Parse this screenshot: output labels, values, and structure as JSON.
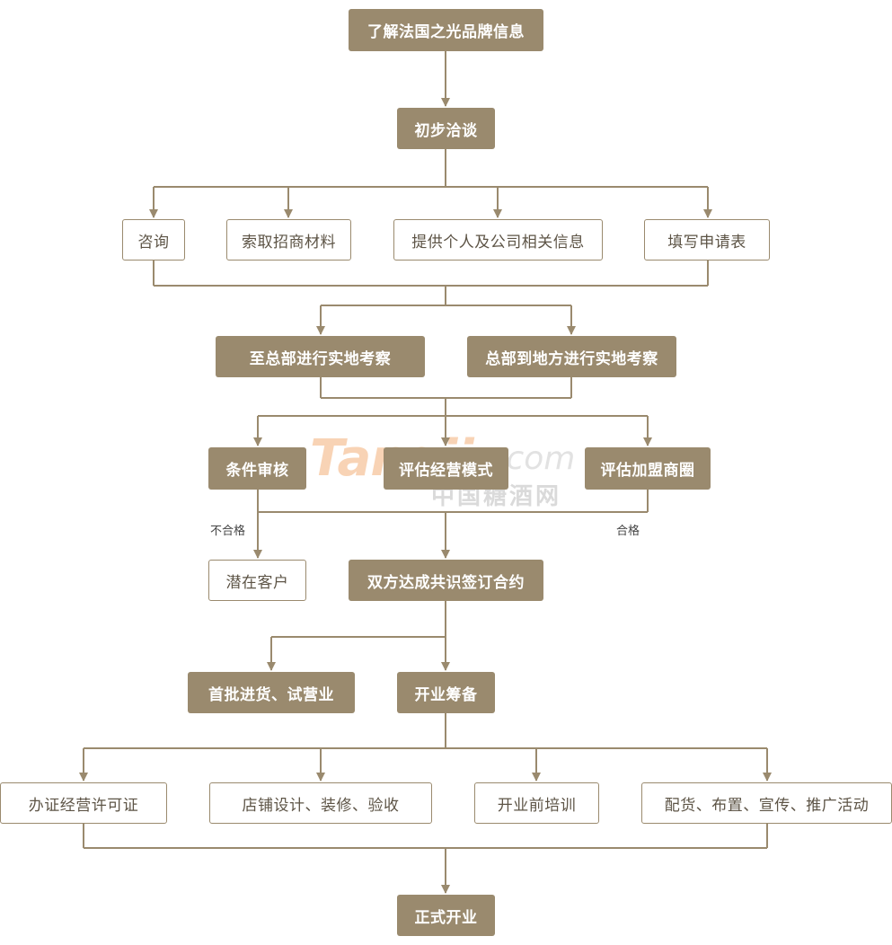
{
  "colors": {
    "accent": "#9a8a6e",
    "box_text_outline": "#5d5446",
    "background": "#ffffff"
  },
  "steps": {
    "learn_brand": "了解法国之光品牌信息",
    "initial_talk": "初步洽谈",
    "consult": "咨询",
    "request_materials": "索取招商材料",
    "provide_info": "提供个人及公司相关信息",
    "fill_form": "填写申请表",
    "visit_hq": "至总部进行实地考察",
    "hq_visit_local": "总部到地方进行实地考察",
    "condition_review": "条件审核",
    "evaluate_model": "评估经营模式",
    "evaluate_area": "评估加盟商圈",
    "potential_client": "潜在客户",
    "sign_contract": "双方达成共识签订合约",
    "first_stock": "首批进货、试营业",
    "prepare_opening": "开业筹备",
    "licenses": "办证经营许可证",
    "store_design": "店铺设计、装修、验收",
    "training": "开业前培训",
    "distribution": "配货、布置、宣传、推广活动",
    "grand_opening": "正式开业"
  },
  "labels": {
    "fail": "不合格",
    "pass": "合格"
  },
  "watermark": {
    "brand": "Tangjiu",
    "domain": ".com",
    "cn_name": "中国糖酒网"
  }
}
